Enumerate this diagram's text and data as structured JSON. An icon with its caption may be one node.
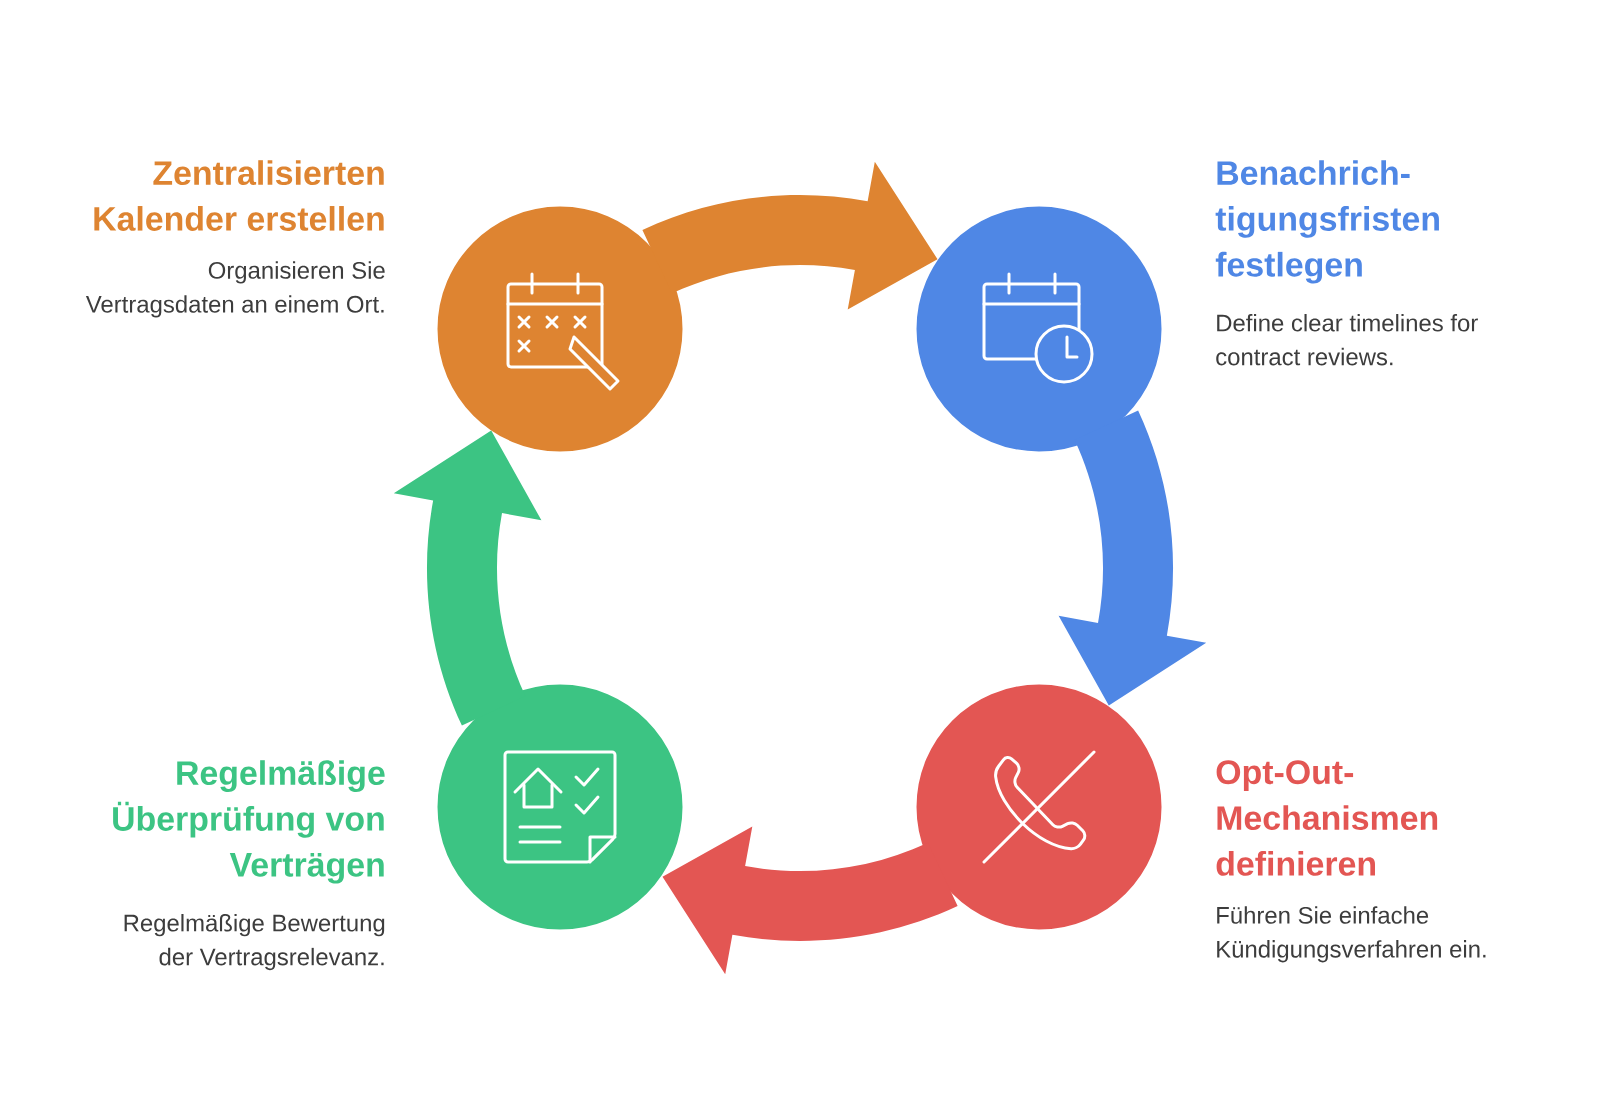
{
  "diagram": {
    "nodes": [
      {
        "text": [],
        "shape": "circle",
        "beside": [
          "Zentralisierten Kalender erstellen",
          "Organisieren Sie Vertragsdaten an einem Ort."
        ]
      },
      {
        "text": [],
        "shape": "circle",
        "beside": [
          "Benachrich- tigungsfristen festlegen",
          "Define clear timelines for contract reviews."
        ]
      },
      {
        "text": [],
        "shape": "circle",
        "beside": [
          "Regelmäßige Überprüfung von Verträgen",
          "Regelmäßige Bewertung der Vertragsrelevanz."
        ]
      },
      {
        "text": [],
        "shape": "circle",
        "beside": [
          "Opt-Out- Mechanismen definieren",
          "Führen Sie einfache Kündigungsverfahren ein."
        ]
      }
    ],
    "edges": [
      {
        "from": 0,
        "to": 1,
        "arrow": "to",
        "color": "#de8431"
      },
      {
        "from": 1,
        "to": 3,
        "arrow": "to",
        "color": "#4f87e5"
      },
      {
        "from": 3,
        "to": 2,
        "arrow": "to",
        "color": "#e35653"
      },
      {
        "from": 2,
        "to": 0,
        "arrow": "to",
        "color": "#3cc483"
      }
    ]
  }
}
